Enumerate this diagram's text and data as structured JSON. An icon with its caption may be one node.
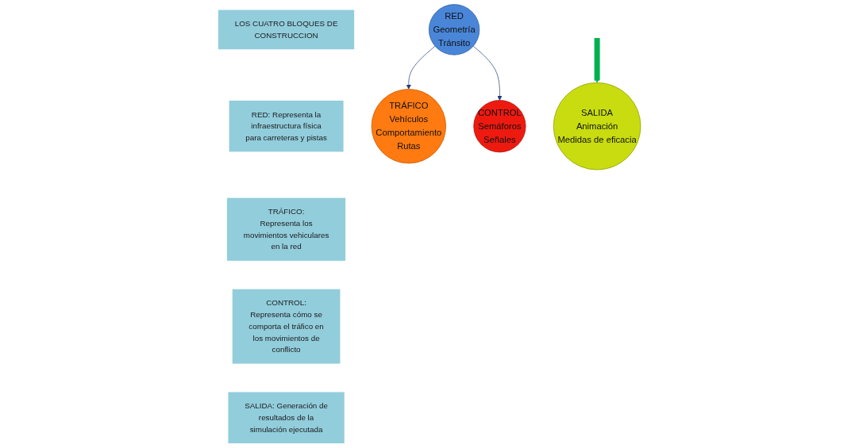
{
  "diagram": {
    "nodes": [
      {
        "text": [
          "LOS CUATRO BLOQUES DE CONSTRUCCION"
        ]
      },
      {
        "text": [
          "RED: Representa la infraestructura física para carreteras y pistas"
        ]
      },
      {
        "text": [
          "TRÁFICO:",
          "Representa los movimientos vehiculares en la red"
        ]
      },
      {
        "text": [
          "CONTROL:",
          "Representa cómo se comporta el tráfico en los movimientos de conflicto"
        ]
      },
      {
        "text": [
          "SALIDA: Generación de resultados de la simulación ejecutada"
        ]
      },
      {
        "text": [
          "RED",
          "Geometría",
          "Tránsito"
        ]
      },
      {
        "text": [
          "TRÁFICO",
          "Vehículos",
          "Comportamiento",
          "Rutas"
        ]
      },
      {
        "text": [
          "CONTROL",
          "Semáforos",
          "Señales"
        ]
      },
      {
        "text": [
          "SALIDA",
          "Animación",
          "Medidas de eficacia"
        ]
      }
    ],
    "edges": [
      {
        "from": 5,
        "to": 6,
        "arrow": "to"
      },
      {
        "from": 5,
        "to": 7,
        "arrow": "to"
      },
      {
        "from": null,
        "to": 8,
        "arrow": "to",
        "style": "thick",
        "color": "#00b050"
      }
    ]
  }
}
